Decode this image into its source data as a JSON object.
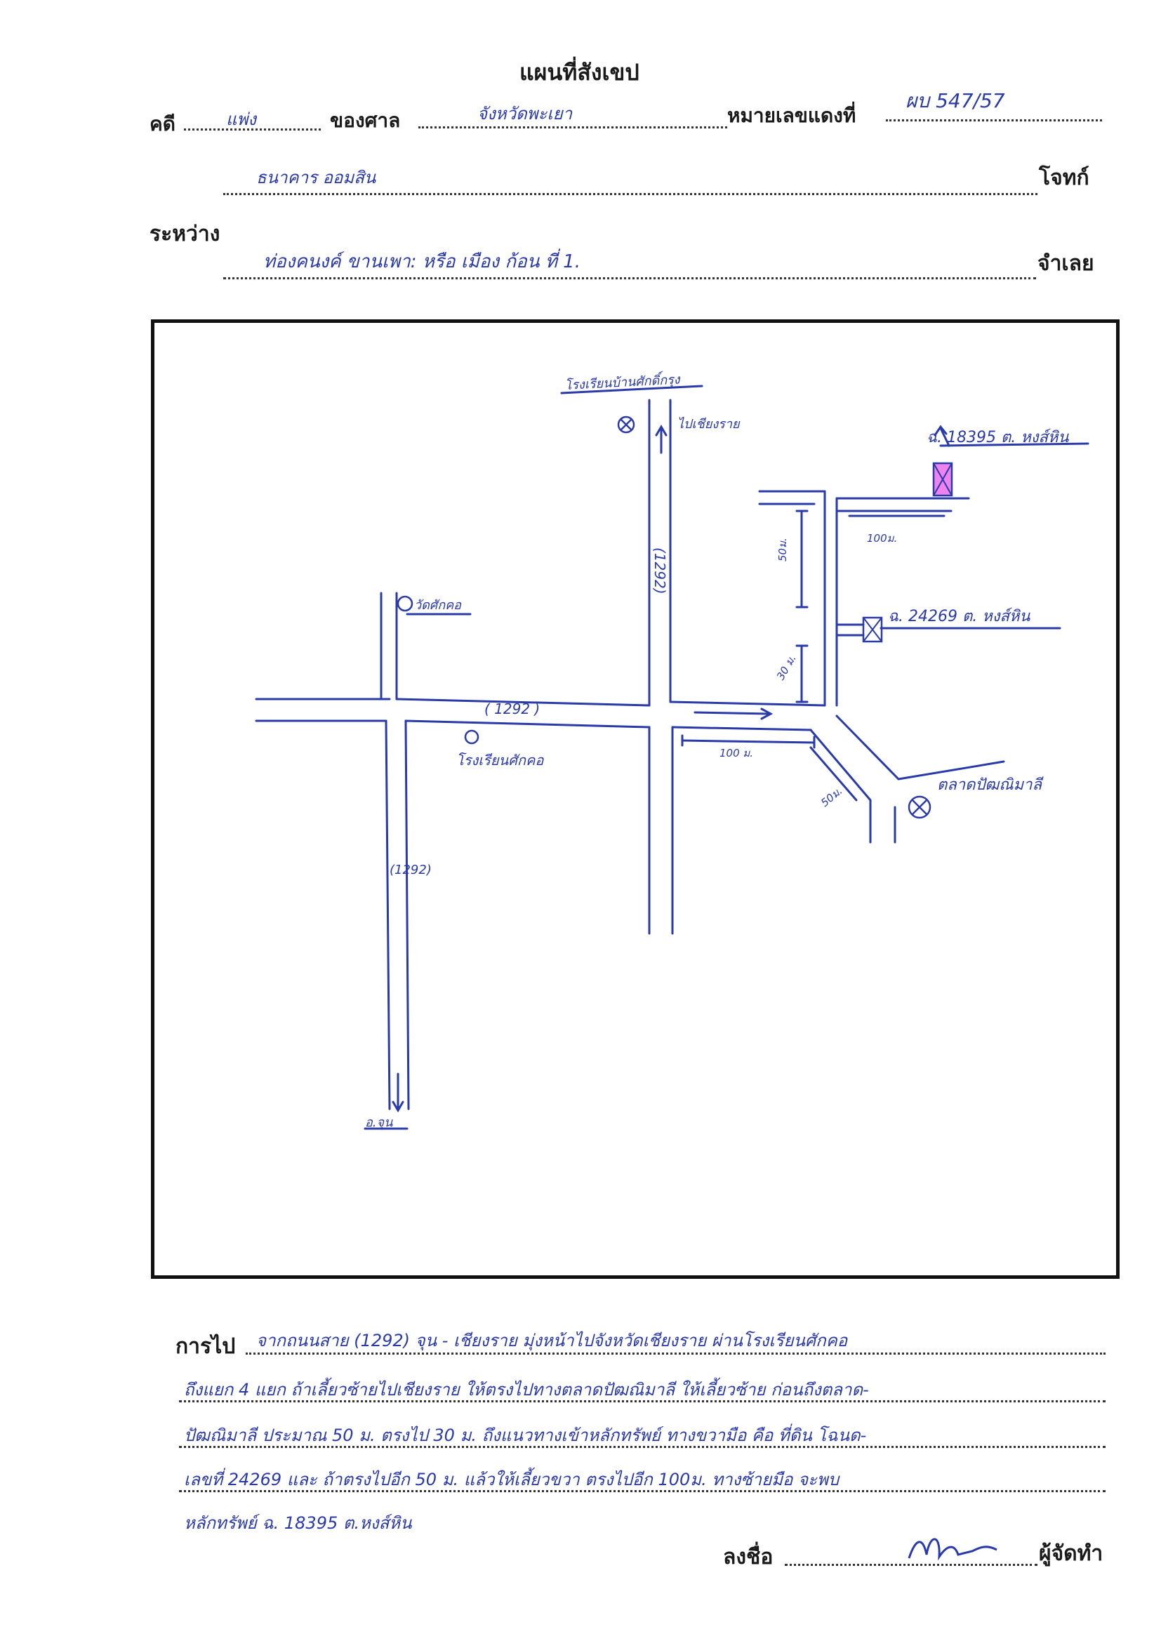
{
  "title": "แผนที่สังเขป",
  "header": {
    "case_label": "คดี",
    "case_value": "แพ่ง",
    "court_label": "ของศาล",
    "court_value": "จังหวัดพะเยา",
    "red_no_label": "หมายเลขแดงที่",
    "red_no_value": "ผบ 547/57",
    "plaintiff_value": "ธนาคาร ออมสิน",
    "plaintiff_label": "โจทก์",
    "between_label": "ระหว่าง",
    "defendant_value": "ท่องคนงค์  ขานเพา: หรือ เมือง ก้อน  ที่ 1.",
    "defendant_label": "จำเลย"
  },
  "map": {
    "labels": {
      "school_top": "โรงเรียนบ้านศักดิ์กรุง",
      "to_chiang_rai": "ไปเชียงราย",
      "parcel_18395": "ฉ. 18395  ต. หงส์หิน",
      "dist_100_top": "100ม.",
      "dist_50": "50ม.",
      "dist_30": "30 ม.",
      "parcel_24269": "ฉ. 24269  ต. หงส์หิน",
      "temple": "วัดศักคอ",
      "road_1292_mid": "( 1292 )",
      "road_1292_vertical": "(1292)",
      "road_1292_left": "(1292)",
      "school_bottom": "โรงเรียนศักคอ",
      "dist_100_bottom": "100 ม.",
      "dist_50_diag": "50ม.",
      "market": "ตลาดปัฒณิมาลี",
      "to_chun": "อ.จุน"
    }
  },
  "directions": {
    "label": "การไป",
    "lines": [
      "จากถนนสาย (1292) จุน - เชียงราย มุ่งหน้าไปจังหวัดเชียงราย ผ่านโรงเรียนศักคอ",
      "ถึงแยก 4 แยก ถ้าเลี้ยวซ้ายไปเชียงราย ให้ตรงไปทางตลาดปัฒณิมาลี ให้เลี้ยวซ้าย ก่อนถึงตลาด-",
      "ปัฒณิมาลี ประมาณ 50 ม. ตรงไป 30 ม. ถึงแนวทางเข้าหลักทรัพย์ ทางขวามือ คือ ที่ดิน โฉนด-",
      "เลขที่ 24269  และ ถ้าตรงไปอีก 50 ม. แล้วให้เลี้ยวขวา ตรงไปอีก 100ม. ทางซ้ายมือ จะพบ",
      "หลักทรัพย์ ฉ. 18395  ต.หงส์หิน"
    ]
  },
  "signature": {
    "label": "ลงชื่อ",
    "role": "ผู้จัดทำ"
  }
}
